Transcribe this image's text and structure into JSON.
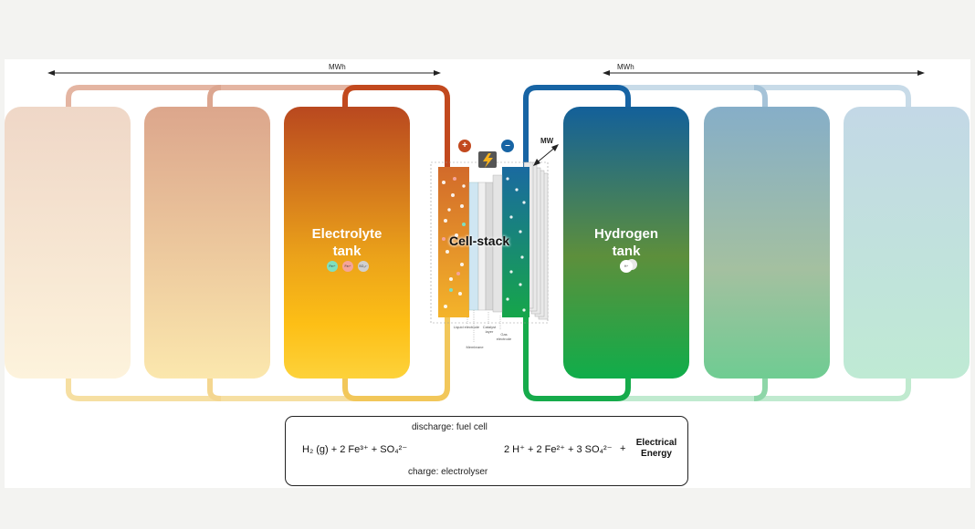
{
  "capacity": {
    "left_label": "MWh",
    "right_label": "MWh",
    "power_label": "MW"
  },
  "electrolyte_tank": {
    "title_line1": "Electrolyte",
    "title_line2": "tank",
    "ions": [
      "Fe³⁺",
      "Fe²⁺",
      "SO₄²⁻"
    ],
    "colors": {
      "top": "#b9481f",
      "bottom": "#fdd23a"
    }
  },
  "hydrogen_tank": {
    "title_line1": "Hydrogen",
    "title_line2": "tank",
    "ion": "H⁺",
    "colors": {
      "top": "#13609a",
      "bottom": "#10ad4a"
    }
  },
  "cell_stack": {
    "title": "Cell-stack",
    "positive": "+",
    "negative": "–",
    "labels": {
      "liquid_electrode": "Liquid electrode",
      "catalyst_layer": "Catalyst layer",
      "gas_electrode": "Gas electrode",
      "membrane": "Membrane"
    }
  },
  "equation": {
    "left_side": "H₂ (g) + 2 Fe³⁺ + SO₄²⁻",
    "right_side": "2 H⁺ + 2 Fe²⁺ + 3 SO₄²⁻",
    "plus": "+",
    "energy_line1": "Electrical",
    "energy_line2": "Energy",
    "discharge_label": "discharge: fuel cell",
    "charge_label": "charge: electrolyser"
  }
}
